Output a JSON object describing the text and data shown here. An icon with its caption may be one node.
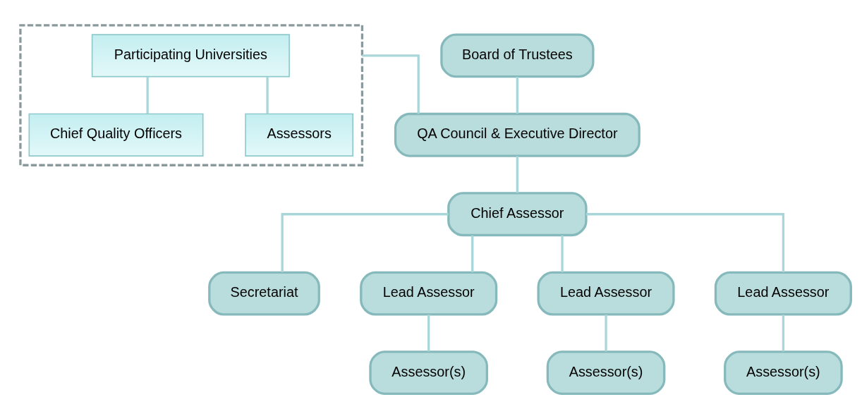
{
  "diagram": {
    "nodes": [
      {
        "text": [],
        "shape": "box"
      },
      {
        "text": [
          "Participating Universities"
        ],
        "in": 0
      },
      {
        "text": [
          "Chief Quality Officers"
        ],
        "in": 0
      },
      {
        "text": [
          "Assessors"
        ],
        "in": 0
      },
      {
        "text": [
          "Board of Trustees"
        ]
      },
      {
        "text": [
          "QA Council & Executive Director"
        ]
      },
      {
        "text": [
          "Chief Assessor"
        ]
      },
      {
        "text": [
          "Secretariat"
        ]
      },
      {
        "text": [
          "Lead Assessor"
        ]
      },
      {
        "text": [
          "Lead Assessor"
        ]
      },
      {
        "text": [
          "Lead Assessor"
        ]
      },
      {
        "text": [
          "Assessor(s)"
        ]
      },
      {
        "text": [
          "Assessor(s)"
        ]
      },
      {
        "text": [
          "Assessor(s)"
        ]
      }
    ],
    "edges": [
      {
        "from": 1,
        "to": 2,
        "arrow": "none"
      },
      {
        "from": 1,
        "to": 3,
        "arrow": "none"
      },
      {
        "from": 0,
        "to": 5,
        "arrow": "none"
      },
      {
        "from": 4,
        "to": 5,
        "arrow": "none"
      },
      {
        "from": 5,
        "to": 6,
        "arrow": "none"
      },
      {
        "from": 6,
        "to": 7,
        "arrow": "none"
      },
      {
        "from": 6,
        "to": 8,
        "arrow": "none"
      },
      {
        "from": 6,
        "to": 9,
        "arrow": "none"
      },
      {
        "from": 6,
        "to": 10,
        "arrow": "none"
      },
      {
        "from": 8,
        "to": 11,
        "arrow": "none"
      },
      {
        "from": 9,
        "to": 12,
        "arrow": "none"
      },
      {
        "from": 10,
        "to": 13,
        "arrow": "none"
      }
    ]
  }
}
